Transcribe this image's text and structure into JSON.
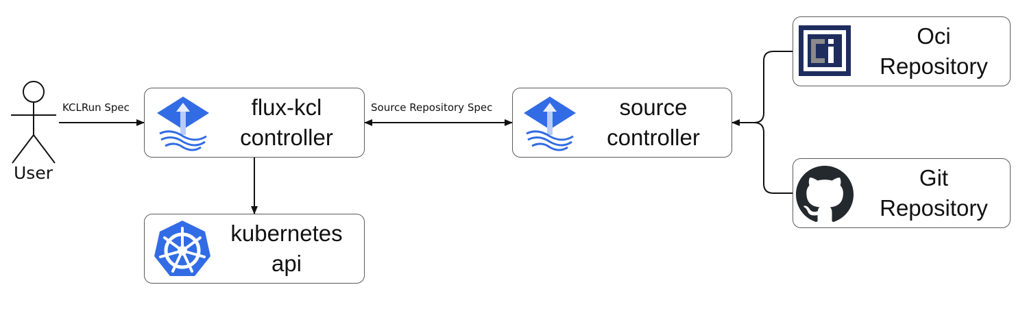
{
  "actor": {
    "label": "User"
  },
  "nodes": {
    "flux_kcl": {
      "line1": "flux-kcl",
      "line2": "controller",
      "icon": "flux-icon"
    },
    "source": {
      "line1": "source",
      "line2": "controller",
      "icon": "flux-icon"
    },
    "kubernetes": {
      "line1": "kubernetes",
      "line2": "api",
      "icon": "kubernetes-helm-wheel-icon"
    },
    "oci": {
      "line1": "Oci",
      "line2": "Repository",
      "icon": "oci-ci-icon"
    },
    "git": {
      "line1": "Git",
      "line2": "Repository",
      "icon": "github-octocat-icon"
    }
  },
  "edges": {
    "user_to_flux": "KCLRun Spec",
    "flux_to_source": "Source Repository Spec"
  },
  "colors": {
    "flux_blue": "#326ce5",
    "flux_light": "#9bb8f0",
    "k8s_blue": "#326ce5",
    "oci_navy": "#1f2d5e",
    "oci_gray": "#8a8a8a",
    "github_dark": "#24292e",
    "stroke": "#111111"
  }
}
